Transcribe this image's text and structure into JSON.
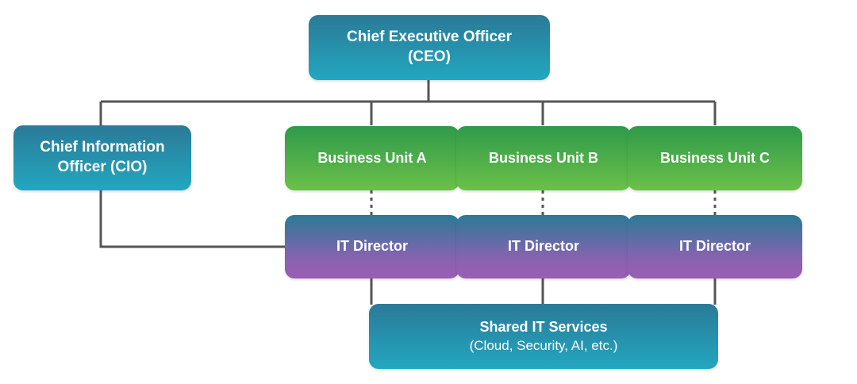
{
  "colors": {
    "teal_top": "#2a7a97",
    "teal_bottom": "#23a7c0",
    "green_top": "#2e9a4a",
    "green_bottom": "#6cc04a",
    "purple_bottom": "#9a5fb2",
    "connector": "#555555",
    "text": "#ffffff"
  },
  "nodes": {
    "ceo": {
      "line1": "Chief Executive Officer",
      "line2": "(CEO)"
    },
    "cio": {
      "line1": "Chief Information",
      "line2": "Officer (CIO)"
    },
    "business_units": [
      {
        "label": "Business Unit A"
      },
      {
        "label": "Business Unit B"
      },
      {
        "label": "Business Unit C"
      }
    ],
    "it_directors": [
      {
        "label": "IT Director"
      },
      {
        "label": "IT Director"
      },
      {
        "label": "IT Director"
      }
    ],
    "shared": {
      "title": "Shared IT Services",
      "subtitle": "(Cloud, Security, AI, etc.)"
    }
  }
}
